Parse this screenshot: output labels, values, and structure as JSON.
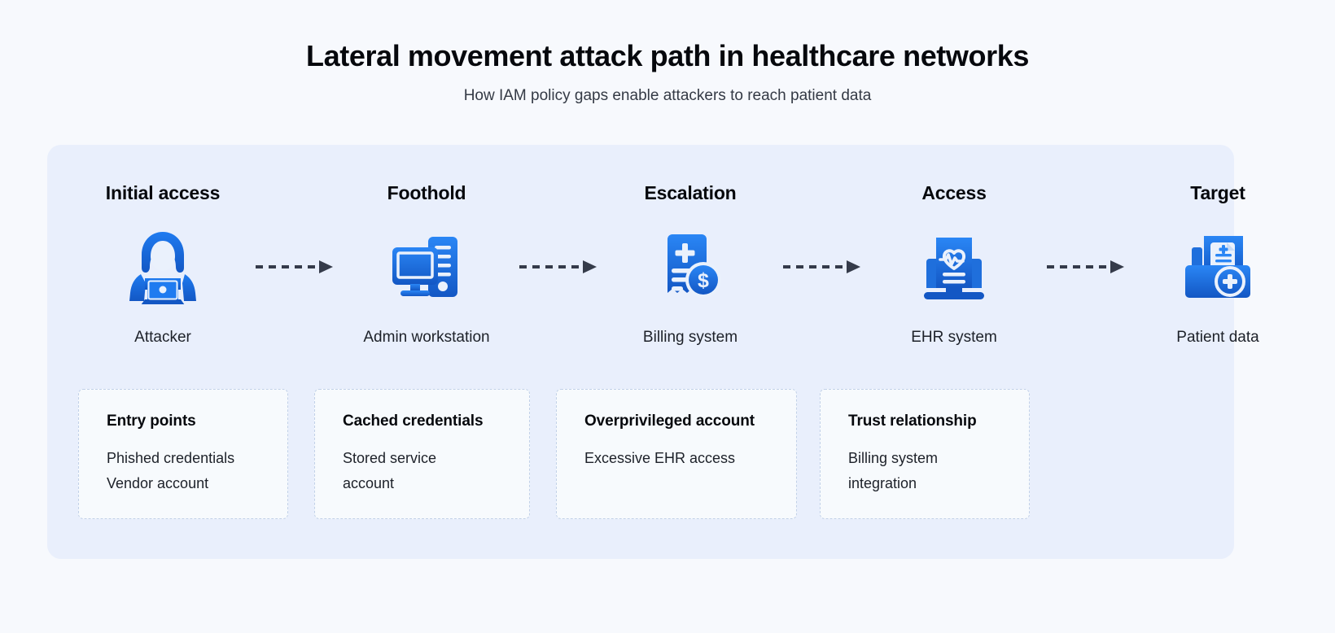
{
  "header": {
    "title": "Lateral movement attack path in healthcare networks",
    "subtitle": "How IAM policy gaps enable attackers to reach patient data"
  },
  "colors": {
    "page_background": "#f7f9fd",
    "panel_background": "#e9effc",
    "icon_blue_light": "#1a73e8",
    "icon_blue_dark": "#1357c4",
    "arrow": "#353b4a",
    "card_background": "#f7fafd",
    "card_border": "#c2d1e8",
    "text_primary": "#06080d",
    "text_secondary": "#1d2129"
  },
  "flow": {
    "nodes": [
      {
        "stage": "Initial access",
        "label": "Attacker",
        "icon": "hooded-attacker-laptop-icon"
      },
      {
        "stage": "Foothold",
        "label": "Admin workstation",
        "icon": "desktop-computer-tower-icon"
      },
      {
        "stage": "Escalation",
        "label": "Billing system",
        "icon": "medical-bill-dollar-icon"
      },
      {
        "stage": "Access",
        "label": "EHR system",
        "icon": "laptop-health-record-icon"
      },
      {
        "stage": "Target",
        "label": "Patient data",
        "icon": "medical-folder-records-icon"
      }
    ],
    "connectors": [
      {
        "icon": "dashed-arrow-right-icon"
      },
      {
        "icon": "dashed-arrow-right-icon"
      },
      {
        "icon": "dashed-arrow-right-icon"
      },
      {
        "icon": "dashed-arrow-right-icon"
      }
    ]
  },
  "detail_cards": [
    {
      "title": "Entry points",
      "lines": [
        "Phished credentials",
        "Vendor account"
      ]
    },
    {
      "title": "Cached credentials",
      "lines": [
        "Stored service",
        "account"
      ]
    },
    {
      "title": "Overprivileged account",
      "lines": [
        "Excessive EHR access"
      ]
    },
    {
      "title": "Trust relationship",
      "lines": [
        "Billing system",
        "integration"
      ]
    }
  ]
}
